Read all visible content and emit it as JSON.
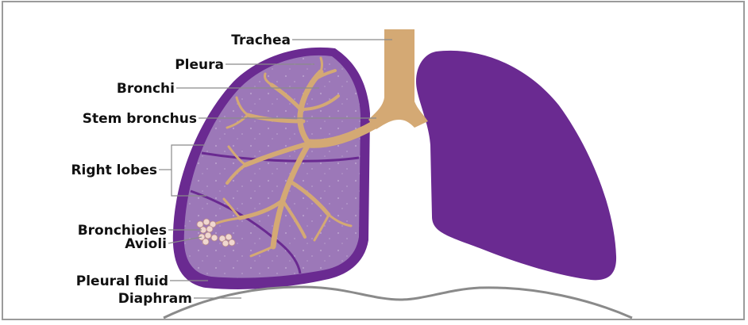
{
  "diagram": {
    "labels": [
      {
        "id": "trachea",
        "text": "Trachea"
      },
      {
        "id": "pleura",
        "text": "Pleura"
      },
      {
        "id": "bronchi",
        "text": "Bronchi"
      },
      {
        "id": "stem-bronchus",
        "text": "Stem bronchus"
      },
      {
        "id": "right-lobes",
        "text": "Right lobes"
      },
      {
        "id": "bronchioles",
        "text": "Bronchioles"
      },
      {
        "id": "avioli",
        "text": "Avioli"
      },
      {
        "id": "pleural-fluid",
        "text": "Pleural fluid"
      },
      {
        "id": "diaphram",
        "text": "Diaphram"
      }
    ]
  },
  "colors": {
    "lung_outer": "#6a2a91",
    "lung_inner": "#9c78b8",
    "airway": "#d4a974",
    "leader_line": "#8a8a8a",
    "diaphragm": "#8a8a8a",
    "alveoli": "#f0d7d0"
  }
}
